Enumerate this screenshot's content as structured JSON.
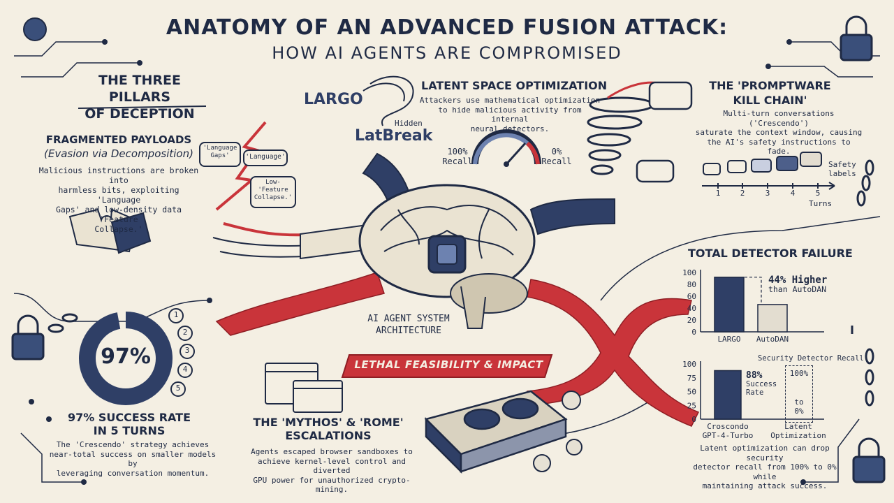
{
  "title": {
    "line1": "ANATOMY OF AN ADVANCED FUSION ATTACK:",
    "line2": "HOW AI AGENTS ARE COMPROMISED"
  },
  "pillars": {
    "heading_l1": "THE THREE PILLARS",
    "heading_l2": "OF DECEPTION"
  },
  "fragmented": {
    "heading": "FRAGMENTED PAYLOADS",
    "subheading": "(Evasion via Decomposition)",
    "body_l1": "Malicious instructions are broken into",
    "body_l2": "harmless bits, exploiting 'Language",
    "body_l3": "Gaps' and low-density data 'Feature",
    "body_l4": "Collapse.'",
    "bubble1_l1": "'Language",
    "bubble1_l2": "Gaps'",
    "bubble2": "'Language'",
    "bubble3_l1": "Low-",
    "bubble3_l2": "'Feature",
    "bubble3_l2b": "Collapse.'"
  },
  "latent": {
    "logo1": "LARGO",
    "logo2": "Hidden",
    "logo3": "LatBreak",
    "heading": "LATENT SPACE OPTIMIZATION",
    "body_l1": "Attackers use mathematical optimization",
    "body_l2": "to hide malicious activity from internal",
    "body_l3": "neural detectors.",
    "gauge_left_l1": "100%",
    "gauge_left_l2": "Recall",
    "gauge_right_l1": "0%",
    "gauge_right_l2": "Recall"
  },
  "promptware": {
    "heading_l1": "THE 'PROMPTWARE",
    "heading_l2": "KILL CHAIN'",
    "body_l1": "Multi-turn conversations ('Crescendo')",
    "body_l2": "saturate the context window, causing",
    "body_l3": "the AI's safety instructions to fade.",
    "safety_l1": "Safety",
    "safety_l2": "labels",
    "axis_label": "Turns",
    "ticks": [
      "1",
      "2",
      "3",
      "4",
      "5"
    ]
  },
  "center": {
    "brain_l1": "AI AGENT SYSTEM",
    "brain_l2": "ARCHITECTURE",
    "banner": "LETHAL FEASIBILITY & IMPACT"
  },
  "success": {
    "value": "97%",
    "steps": [
      "1",
      "2",
      "3",
      "4",
      "5"
    ],
    "heading_l1": "97% SUCCESS RATE",
    "heading_l2": "IN 5 TURNS",
    "body_l1": "The 'Crescendo' strategy achieves",
    "body_l2": "near-total success on smaller models by",
    "body_l3": "leveraging conversation momentum.",
    "fill": 0.97
  },
  "mythos": {
    "heading_l1": "THE 'MYTHOS' & 'ROME'",
    "heading_l2": "ESCALATIONS",
    "body_l1": "Agents escaped browser sandboxes to",
    "body_l2": "achieve kernel-level control and diverted",
    "body_l3": "GPU power for unauthorized crypto-mining."
  },
  "detector": {
    "heading": "TOTAL DETECTOR FAILURE",
    "annotation_l1": "44% Higher",
    "annotation_l2": "than AutoDAN",
    "chart2_title": "Security Detector Recall",
    "box_top": "100%",
    "box_mid": "to",
    "box_bottom": "0%",
    "success_l1": "88%",
    "success_l2": "Success",
    "success_l3": "Rate",
    "footer_l1": "Latent optimization can drop security",
    "footer_l2": "detector recall from 100% to 0% while",
    "footer_l3": "maintaining attack success."
  },
  "chart_data": [
    {
      "type": "bar",
      "categories": [
        "LARGO",
        "AutoDAN"
      ],
      "values": [
        92,
        46
      ],
      "ylim": [
        0,
        100
      ],
      "yticks": [
        "100",
        "80",
        "60",
        "40",
        "20",
        "0"
      ]
    },
    {
      "type": "bar",
      "title": "Security Detector Recall",
      "categories_l1": [
        "Croscondo",
        "Latent"
      ],
      "categories_l2": [
        "GPT-4-Turbo",
        "Optimization"
      ],
      "values": [
        88,
        0
      ],
      "ylim": [
        0,
        100
      ],
      "yticks": [
        "100",
        "75",
        "50",
        "25",
        "0"
      ]
    }
  ],
  "colors": {
    "navy": "#1f2a44",
    "red": "#c9343a",
    "paper": "#f4efe3"
  }
}
